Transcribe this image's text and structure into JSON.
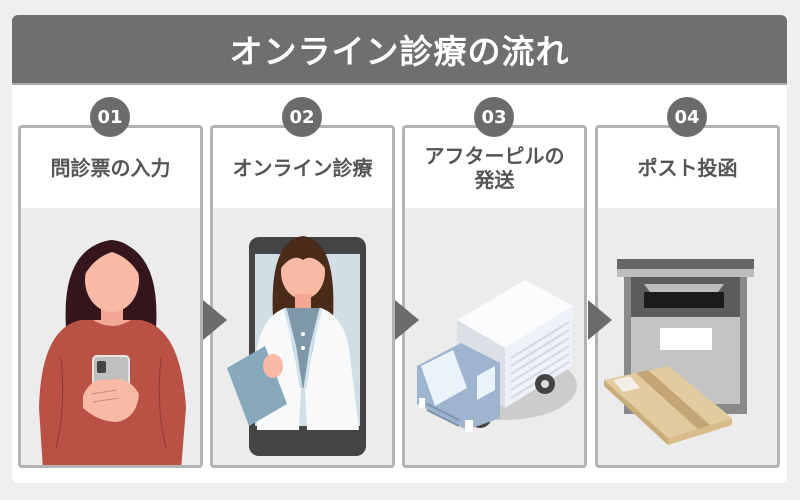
{
  "header": {
    "title": "オンライン診療の流れ"
  },
  "steps": [
    {
      "number": "01",
      "title": "問診票の入力",
      "illustration": "woman-using-smartphone"
    },
    {
      "number": "02",
      "title": "オンライン診療",
      "illustration": "doctor-on-smartphone-screen"
    },
    {
      "number": "03",
      "title": "アフターピルの\n発送",
      "illustration": "delivery-truck"
    },
    {
      "number": "04",
      "title": "ポスト投函",
      "illustration": "mailbox-with-parcel"
    }
  ],
  "arrows": [
    "arrow-right",
    "arrow-right",
    "arrow-right"
  ],
  "colors": {
    "header_bg": "#6f6f6f",
    "badge_bg": "#6b6b6b",
    "card_border": "#b3b3b3",
    "card_art_bg": "#ececec",
    "title_text": "#555555",
    "page_bg": "#efefef"
  }
}
